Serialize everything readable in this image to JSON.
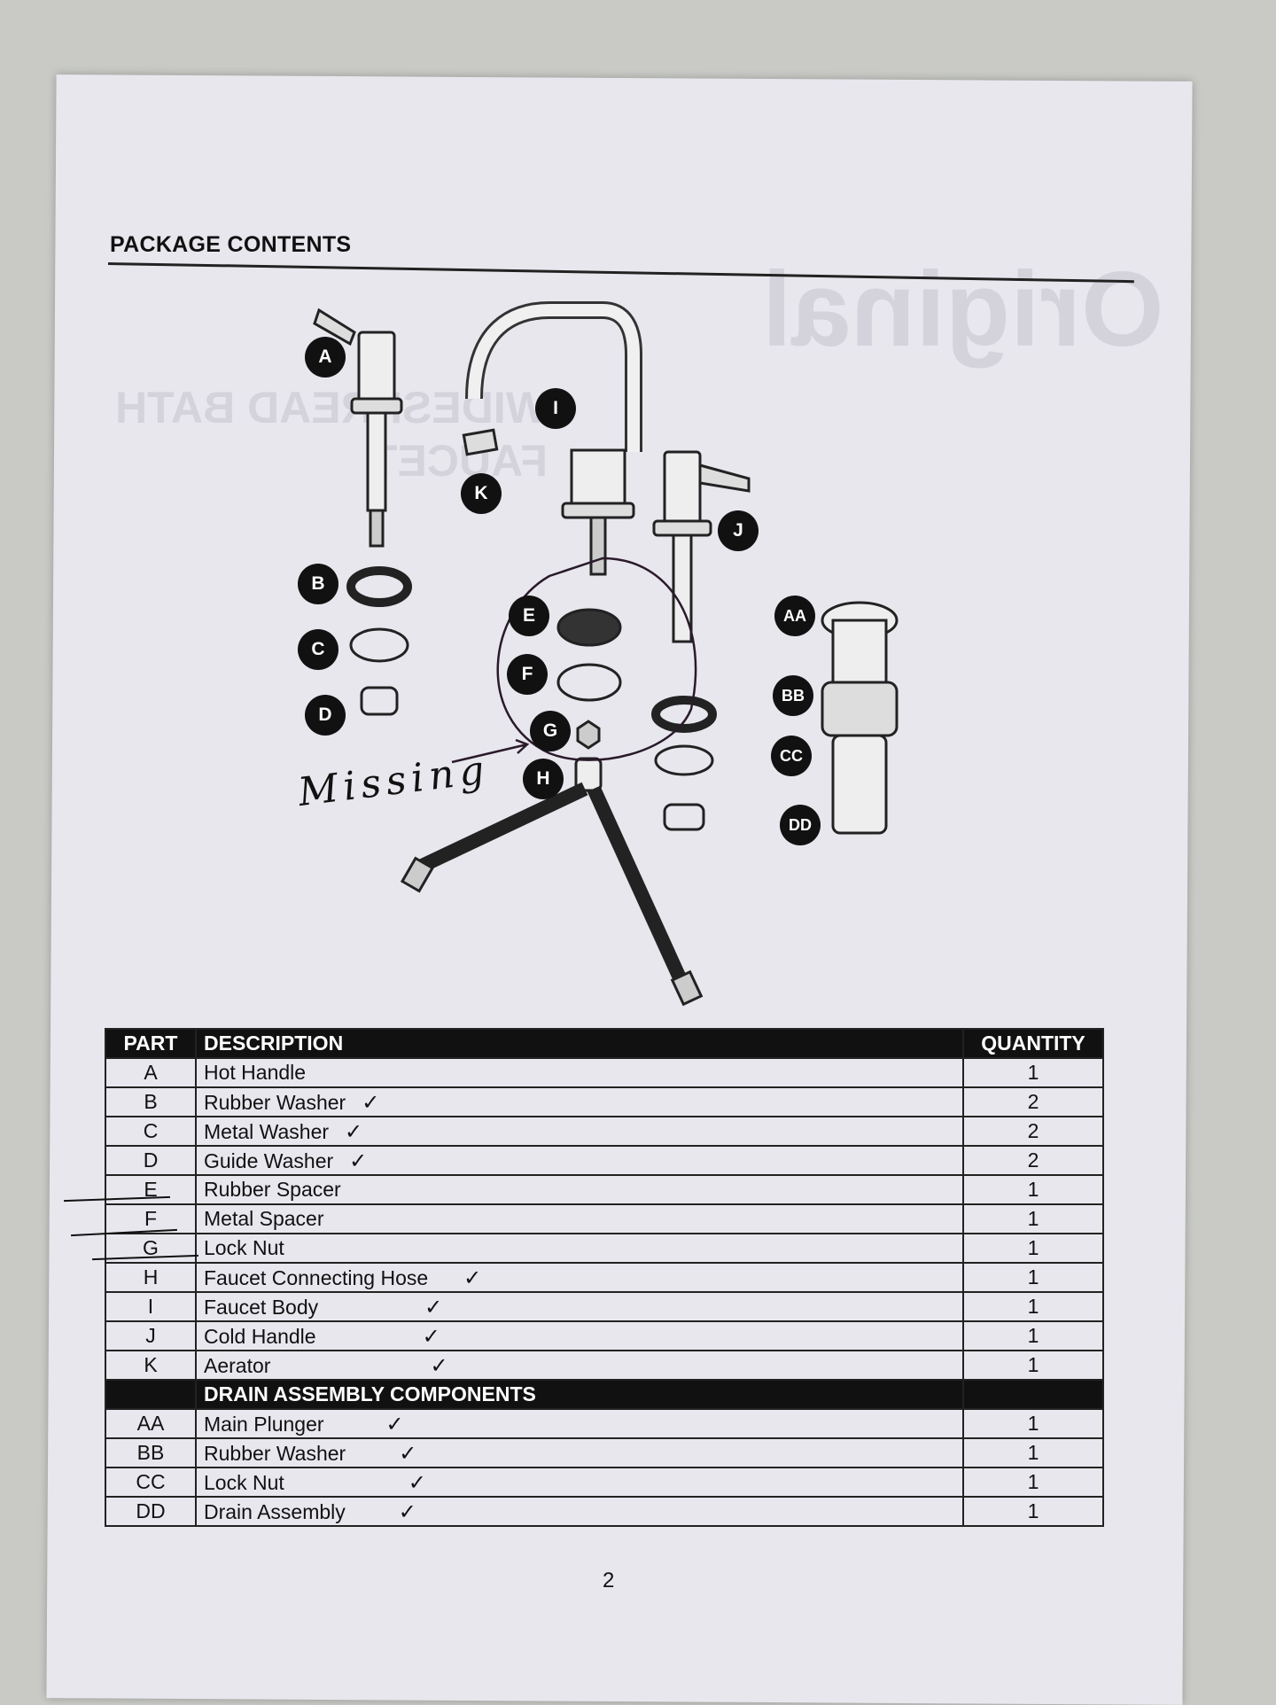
{
  "heading": "PACKAGE CONTENTS",
  "handwritten_note": "Missing",
  "table": {
    "headers": {
      "part": "PART",
      "description": "DESCRIPTION",
      "quantity": "QUANTITY"
    },
    "rows": [
      {
        "part": "A",
        "description": "Hot Handle",
        "quantity": "1"
      },
      {
        "part": "B",
        "description": "Rubber Washer",
        "quantity": "2"
      },
      {
        "part": "C",
        "description": "Metal Washer",
        "quantity": "2"
      },
      {
        "part": "D",
        "description": "Guide Washer",
        "quantity": "2"
      },
      {
        "part": "E",
        "description": "Rubber Spacer",
        "quantity": "1"
      },
      {
        "part": "F",
        "description": "Metal Spacer",
        "quantity": "1"
      },
      {
        "part": "G",
        "description": "Lock Nut",
        "quantity": "1"
      },
      {
        "part": "H",
        "description": "Faucet Connecting Hose",
        "quantity": "1"
      },
      {
        "part": "I",
        "description": "Faucet Body",
        "quantity": "1"
      },
      {
        "part": "J",
        "description": "Cold Handle",
        "quantity": "1"
      },
      {
        "part": "K",
        "description": "Aerator",
        "quantity": "1"
      }
    ],
    "drain_header": "DRAIN ASSEMBLY COMPONENTS",
    "drain_rows": [
      {
        "part": "AA",
        "description": "Main Plunger",
        "quantity": "1"
      },
      {
        "part": "BB",
        "description": "Rubber Washer",
        "quantity": "1"
      },
      {
        "part": "CC",
        "description": "Lock Nut",
        "quantity": "1"
      },
      {
        "part": "DD",
        "description": "Drain Assembly",
        "quantity": "1"
      }
    ]
  },
  "callouts": [
    "A",
    "B",
    "C",
    "D",
    "E",
    "F",
    "G",
    "H",
    "I",
    "J",
    "K",
    "AA",
    "BB",
    "CC",
    "DD"
  ],
  "page_number": "2"
}
